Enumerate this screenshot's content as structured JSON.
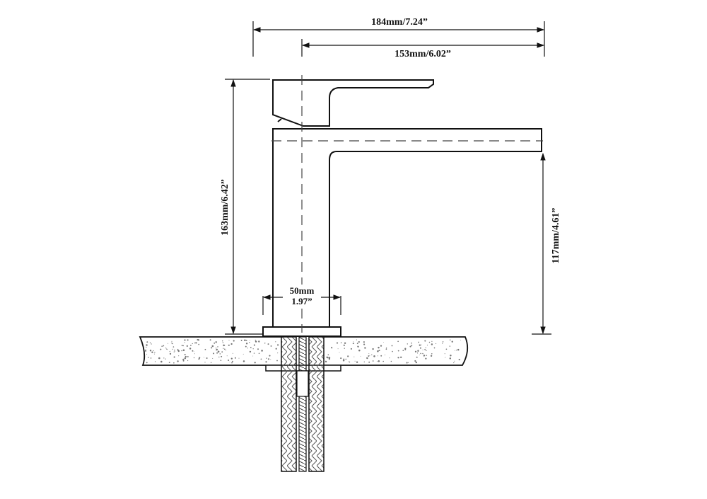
{
  "dimensions": {
    "overall_width": "184mm/7.24”",
    "spout_reach": "153mm/6.02”",
    "total_height": "163mm/6.42”",
    "spout_height": "117mm/4.61”",
    "base_diameter_mm": "50mm",
    "base_diameter_in": "1.97”"
  },
  "colors": {
    "line": "#111111",
    "dash": "#444444",
    "speckle": "#777777"
  }
}
